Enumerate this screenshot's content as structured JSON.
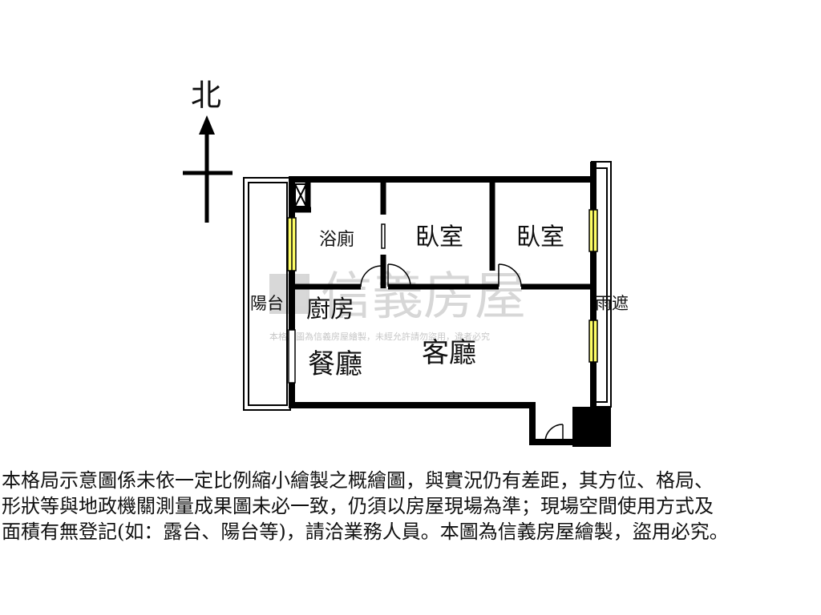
{
  "compass": {
    "north_label": "北"
  },
  "rooms": {
    "bath": "浴廁",
    "bedroom_1": "臥室",
    "bedroom_2": "臥室",
    "balcony": "陽台",
    "kitchen": "廚房",
    "dining": "餐廳",
    "living": "客廳",
    "canopy": "雨遮"
  },
  "watermark": {
    "brand": "信義房屋",
    "note": "本格局圖為信義房屋繪製，未經允許請勿盜用，違者必究"
  },
  "disclaimer": {
    "line1": "本格局示意圖係未依一定比例縮小繪製之概繪圖，與實況仍有差距，其方位、格局、",
    "line2": "形狀等與地政機關測量成果圖未必一致，仍須以房屋現場為準；現場空間使用方式及",
    "line3": "面積有無登記(如：露台、陽台等)，請洽業務人員。本圖為信義房屋繪製，盜用必究。"
  },
  "colors": {
    "window": "#ffff66",
    "wall": "#000000",
    "watermark": "#b8b8b8"
  }
}
